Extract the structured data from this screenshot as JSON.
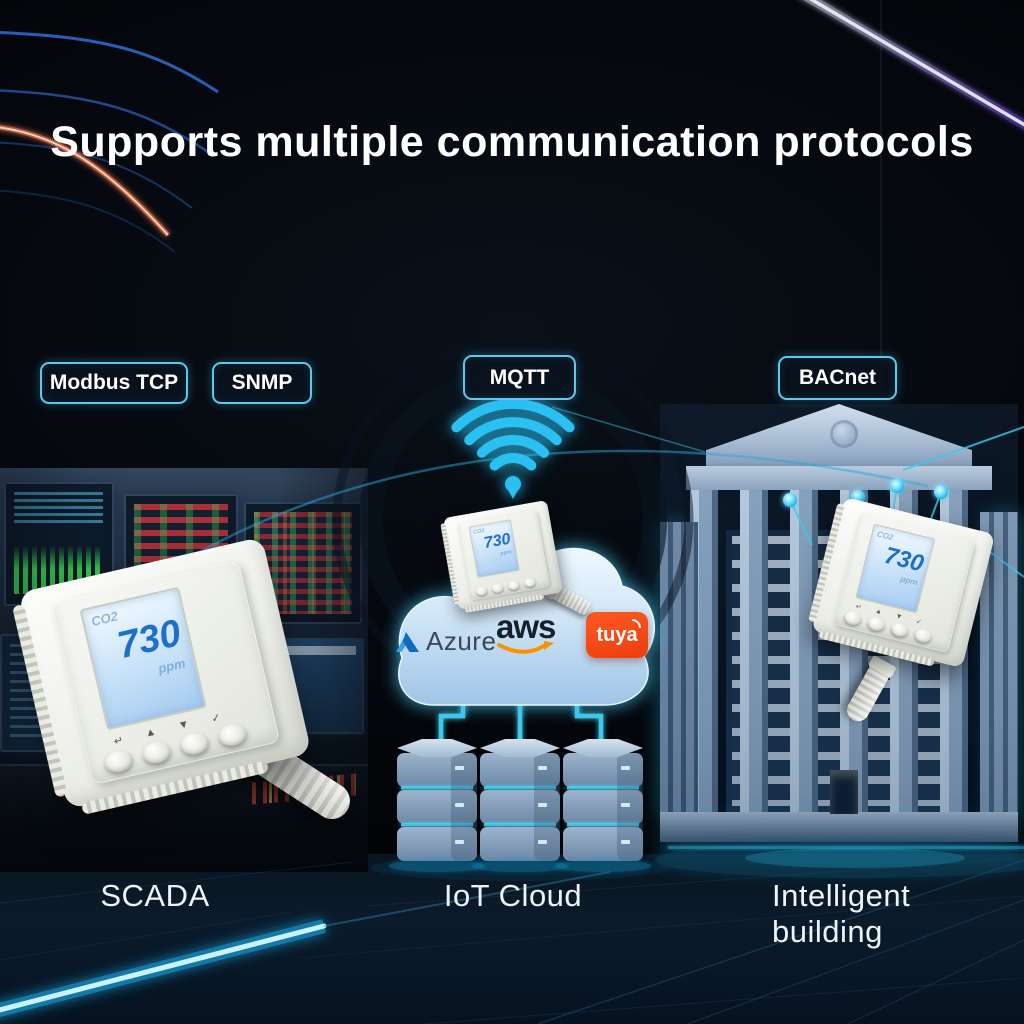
{
  "title": "Supports multiple communication protocols",
  "protocols": [
    {
      "label": "Modbus TCP"
    },
    {
      "label": "SNMP"
    },
    {
      "label": "MQTT"
    },
    {
      "label": "BACnet"
    }
  ],
  "cloud_providers": [
    {
      "name": "Azure"
    },
    {
      "name": "aws"
    },
    {
      "name": "tuya"
    }
  ],
  "device": {
    "gas": "CO2",
    "value": "730",
    "unit": "ppm",
    "button_glyphs": [
      "↵",
      "▲",
      "▼",
      "✓"
    ]
  },
  "sections": [
    {
      "label": "SCADA"
    },
    {
      "label": "IoT Cloud"
    },
    {
      "label": "Intelligent building"
    }
  ],
  "icons": {
    "wifi": "wifi-icon",
    "cloud": "cloud-icon",
    "database": "database-stack-icon",
    "building": "intelligent-building",
    "monitor": "scada-monitor"
  },
  "colors": {
    "accent_cyan": "#3cc9f0",
    "badge_border": "#64c6ea",
    "title_white": "#ffffff",
    "azure_blue": "#1b7fd4",
    "aws_orange": "#f79400",
    "tuya_orange": "#f2490f",
    "screen_blue": "#1d6fc9",
    "orange_streak": "#e4734f",
    "purple_streak": "#7a54e8"
  }
}
